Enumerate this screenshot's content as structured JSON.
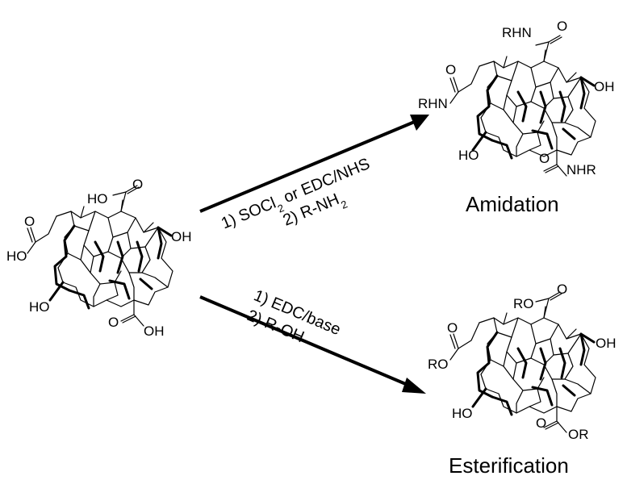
{
  "reactions": [
    {
      "id": "amidation",
      "reagents": [
        "1) SOCl",
        "2",
        " or EDC/NHS",
        "2) R-NH",
        "2"
      ],
      "product_label": "Amidation"
    },
    {
      "id": "esterification",
      "reagents": [
        "1) EDC/base",
        "2) R-OH"
      ],
      "product_label": "Esterification"
    }
  ],
  "reactant": {
    "groups": [
      "HO",
      "O",
      "O",
      "HO",
      "OH",
      "HO",
      "O",
      "OH"
    ]
  },
  "amide_product": {
    "groups": [
      "RHN",
      "O",
      "O",
      "RHN",
      "OH",
      "HO",
      "O",
      "NHR"
    ]
  },
  "ester_product": {
    "groups": [
      "RO",
      "O",
      "O",
      "RO",
      "OH",
      "HO",
      "O",
      "OR"
    ]
  }
}
